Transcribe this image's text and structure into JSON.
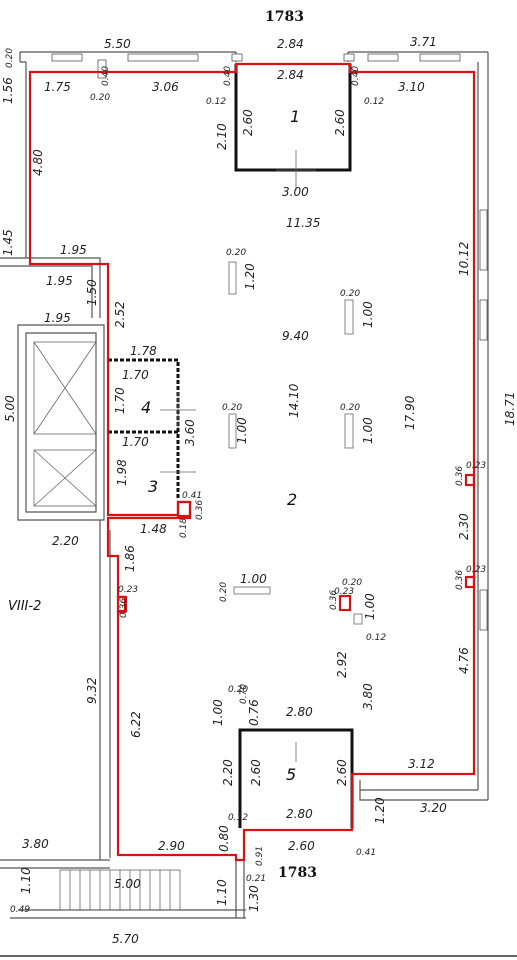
{
  "header_top": "1783",
  "header_mid": "1783",
  "rooms": [
    "1",
    "2",
    "3",
    "4",
    "5"
  ],
  "room_label_viii": "VIII-2",
  "labels": {
    "d550": "5.50",
    "d284a": "2.84",
    "d371": "3.71",
    "d020a": "0.20",
    "d175": "1.75",
    "d020b": "0.20",
    "d040a": "0.40",
    "d306": "3.06",
    "d040b": "0.40",
    "d012a": "0.12",
    "d284b": "2.84",
    "d040c": "0.40",
    "d012b": "0.12",
    "d310": "3.10",
    "d156": "1.56",
    "d210": "2.10",
    "d260a": "2.60",
    "d260b": "2.60",
    "d480": "4.80",
    "d300": "3.00",
    "d1135": "11.35",
    "d145": "1.45",
    "d1012": "10.12",
    "d195a": "1.95",
    "d195b": "1.95",
    "d150": "1.50",
    "d252": "2.52",
    "d195c": "1.95",
    "d020c": "0.20",
    "d120a": "1.20",
    "d020d": "0.20",
    "d100a": "1.00",
    "d940": "9.40",
    "d178": "1.78",
    "d170a": "1.70",
    "d170b": "1.70",
    "d500": "5.00",
    "d020e": "0.20",
    "d100b": "1.00",
    "d1410": "14.10",
    "d020f": "0.20",
    "d100c": "1.00",
    "d1790": "17.90",
    "d1871": "18.71",
    "d170c": "1.70",
    "d360": "3.60",
    "d198": "1.98",
    "d036a": "0.36",
    "d023a": "0.23",
    "d041a": "0.41",
    "d018": "0.18",
    "d036b": "0.36",
    "d148": "1.48",
    "d220a": "2.20",
    "d230": "2.30",
    "d186": "1.86",
    "d020g": "0.20",
    "d100d": "1.00",
    "d023b": "0.23",
    "d036c": "0.36",
    "d020h": "0.20",
    "d023c": "0.23",
    "d036d": "0.36",
    "d100e": "1.00",
    "d023d": "0.23",
    "d036e": "0.36",
    "d012c": "0.12",
    "d476": "4.76",
    "d932": "9.32",
    "d292": "2.92",
    "d380a": "3.80",
    "d622": "6.22",
    "d020i": "0.20",
    "d070": "0.70",
    "d100f": "1.00",
    "d076": "0.76",
    "d280a": "2.80",
    "d220b": "2.20",
    "d260c": "2.60",
    "d260d": "2.60",
    "d312": "3.12",
    "d120b": "1.20",
    "d320": "3.20",
    "d012d": "0.12",
    "d280b": "2.80",
    "d080": "0.80",
    "d260e": "2.60",
    "d091": "0.91",
    "d041b": "0.41",
    "d380b": "3.80",
    "d290": "2.90",
    "d500b": "5.00",
    "d110a": "1.10",
    "d110b": "1.10",
    "d130": "1.30",
    "d021": "0.21",
    "d049": "0.49",
    "d570": "5.70"
  },
  "colors": {
    "outline": "#d41414",
    "wall": "#555555",
    "text": "#222222"
  }
}
